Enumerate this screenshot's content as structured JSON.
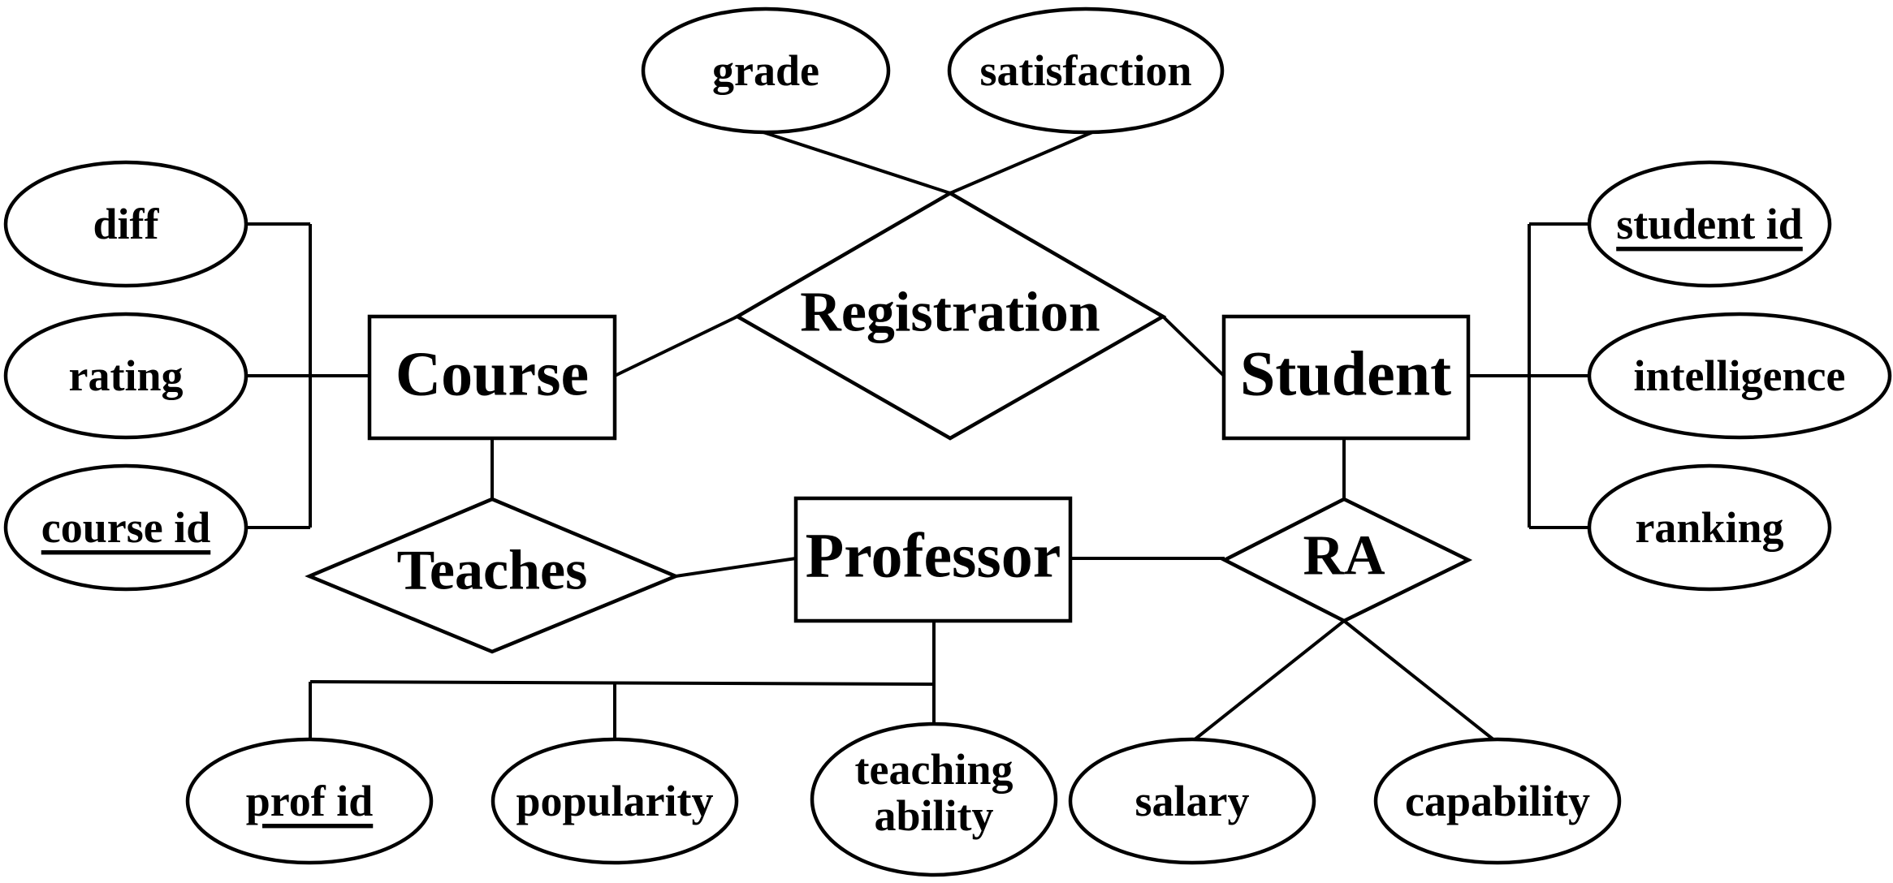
{
  "entities": {
    "course": "Course",
    "student": "Student",
    "professor": "Professor"
  },
  "relationships": {
    "registration": "Registration",
    "teaches": "Teaches",
    "ra": "RA"
  },
  "attributes": {
    "course": {
      "diff": "diff",
      "rating": "rating",
      "course_id": "course id"
    },
    "student": {
      "student_id": "student id",
      "intelligence": "intelligence",
      "ranking": "ranking"
    },
    "professor": {
      "prof_id": "prof id",
      "popularity": "popularity",
      "teaching_ability_line1": "teaching",
      "teaching_ability_line2": "ability"
    },
    "registration": {
      "grade": "grade",
      "satisfaction": "satisfaction"
    },
    "ra": {
      "salary": "salary",
      "capability": "capability"
    }
  },
  "key_attributes": [
    "course id",
    "student id",
    "prof id"
  ]
}
